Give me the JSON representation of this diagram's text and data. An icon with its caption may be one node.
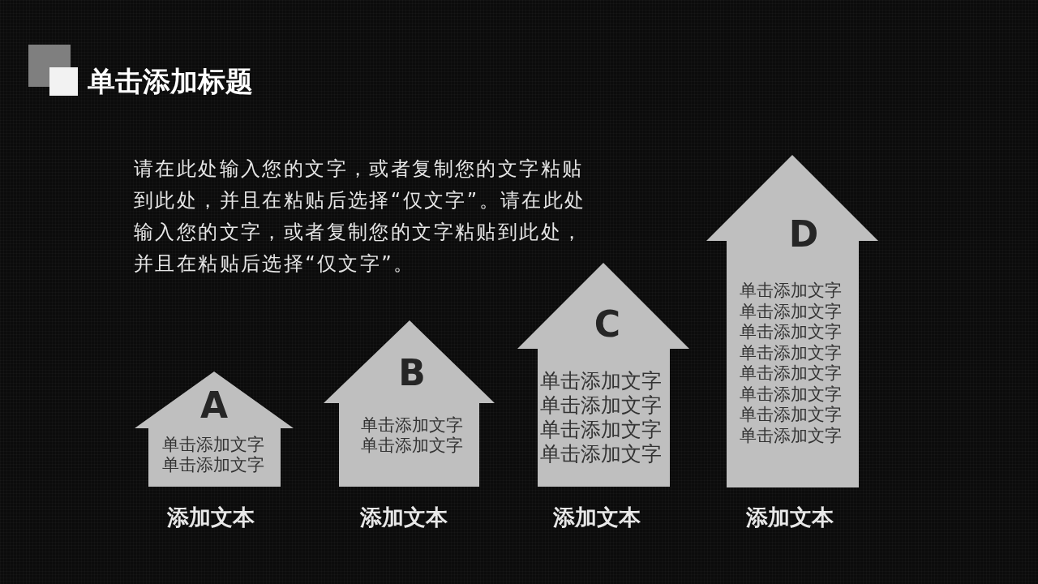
{
  "diagram": {
    "title": "单击添加标题",
    "nodes": [
      {
        "text": [
          "A",
          "单击添加文字单击添加文字"
        ],
        "beside": [
          "添加文本"
        ]
      },
      {
        "text": [
          "B",
          "单击添加文字单击添加文字"
        ],
        "beside": [
          "添加文本"
        ]
      },
      {
        "text": [
          "C",
          "单击添加文字单击添加文字单击添加文字单击添加文字"
        ],
        "beside": [
          "添加文本"
        ]
      },
      {
        "text": [
          "D",
          "单击添加文字单击添加文字单击添加文字单击添加文字单击添加文字单击添加文字单击添加文字单击添加文字"
        ],
        "beside": [
          "添加文本"
        ]
      }
    ],
    "labels": [
      "请在此处输入您的文字，或者复制您的文字粘贴到此处，并且在粘贴后选择“仅文字”。请在此处输入您的文字，或者复制您的文字粘贴到此处，并且在粘贴后选择“仅文字”。"
    ]
  }
}
